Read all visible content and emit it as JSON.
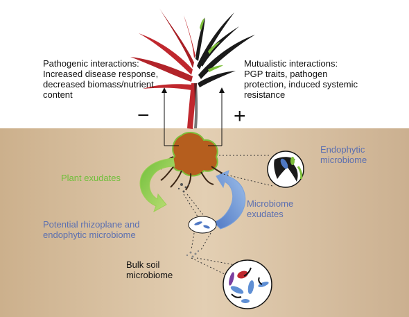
{
  "labels": {
    "pathogenic": "Pathogenic interactions:\nIncreased disease response,\ndecreased biomass/nutrient\ncontent",
    "mutualistic": "Mutualistic interactions:\nPGP traits, pathogen\nprotection, induced systemic\nresistance",
    "minus": "−",
    "plus": "+",
    "plant_exudates": "Plant exudates",
    "endophytic": "Endophytic\nmicrobiome",
    "microbiome_exudates": "Microbiome\nexudates",
    "rhizoplane": "Potential rhizoplane and\nendophytic microbiome",
    "bulk_soil": "Bulk soil\nmicrobiome"
  },
  "colors": {
    "soil": "#d8c0a0",
    "green_accent": "#7dbf3a",
    "blue_accent": "#5b6fb0",
    "plant_red": "#c0282e",
    "plant_black": "#1a1a1a",
    "root_brown": "#b55e1e"
  }
}
